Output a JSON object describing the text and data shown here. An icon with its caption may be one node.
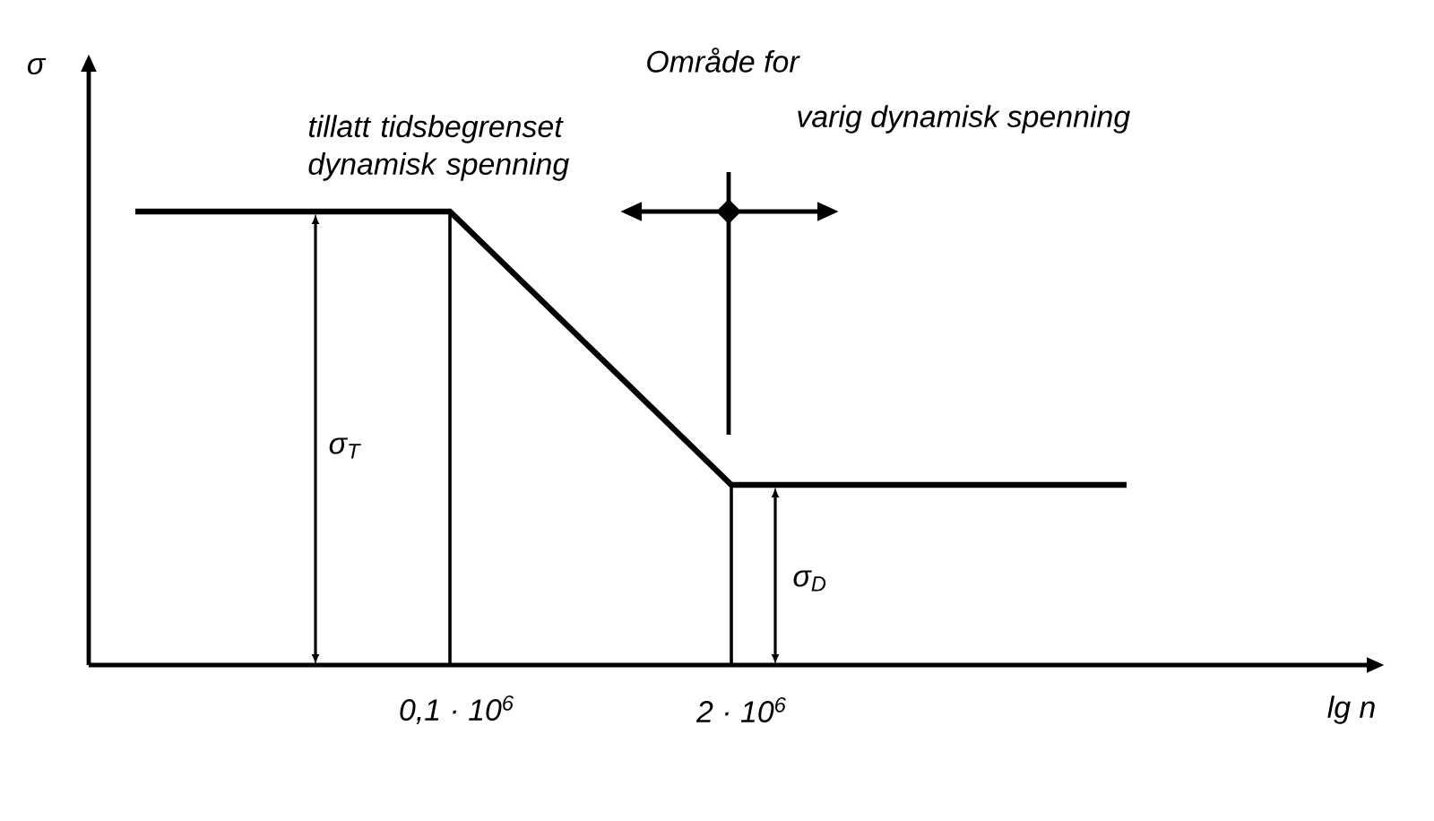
{
  "diagram": {
    "labels": [
      "σ",
      "Område for",
      "tillatt tidsbegrenset dynamisk spenning",
      "varig dynamisk spenning",
      "σ$_{T}$",
      "σ$_{D}$",
      "0,1 · 10$^{6}$",
      "2 · 10$^{6}$",
      "lg n"
    ]
  }
}
